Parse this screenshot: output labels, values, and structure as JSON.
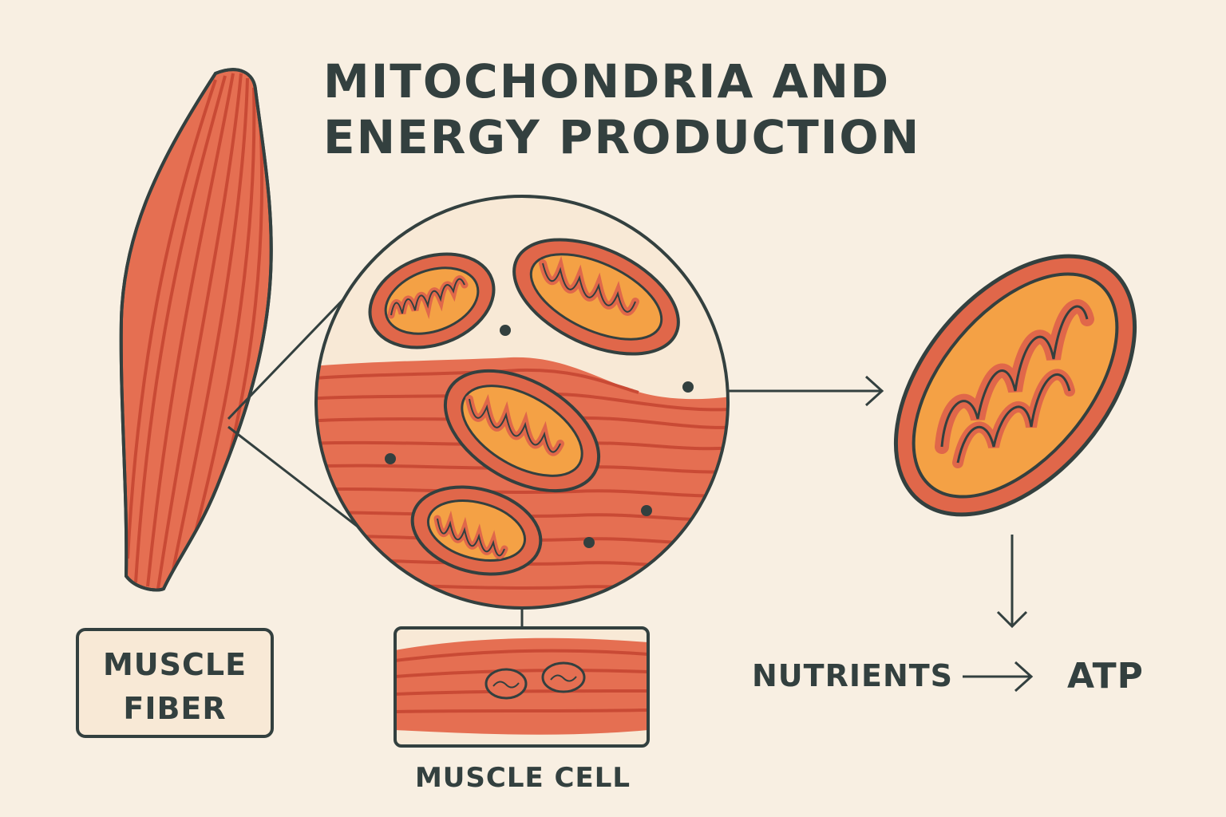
{
  "title": {
    "line1": "MITOCHONDRIA AND",
    "line2": "ENERGY PRODUCTION"
  },
  "labels": {
    "muscle_fiber_line1": "MUSCLE",
    "muscle_fiber_line2": "FIBER",
    "muscle_cell": "MUSCLE CELL",
    "nutrients": "NUTRIENTS",
    "atp": "ATP"
  },
  "colors": {
    "background": "#f8efe2",
    "ink": "#33403f",
    "muscle": "#e56f52",
    "muscle_stripe": "#c94a35",
    "mito_outer": "#e0674a",
    "mito_inner": "#f4a145"
  }
}
